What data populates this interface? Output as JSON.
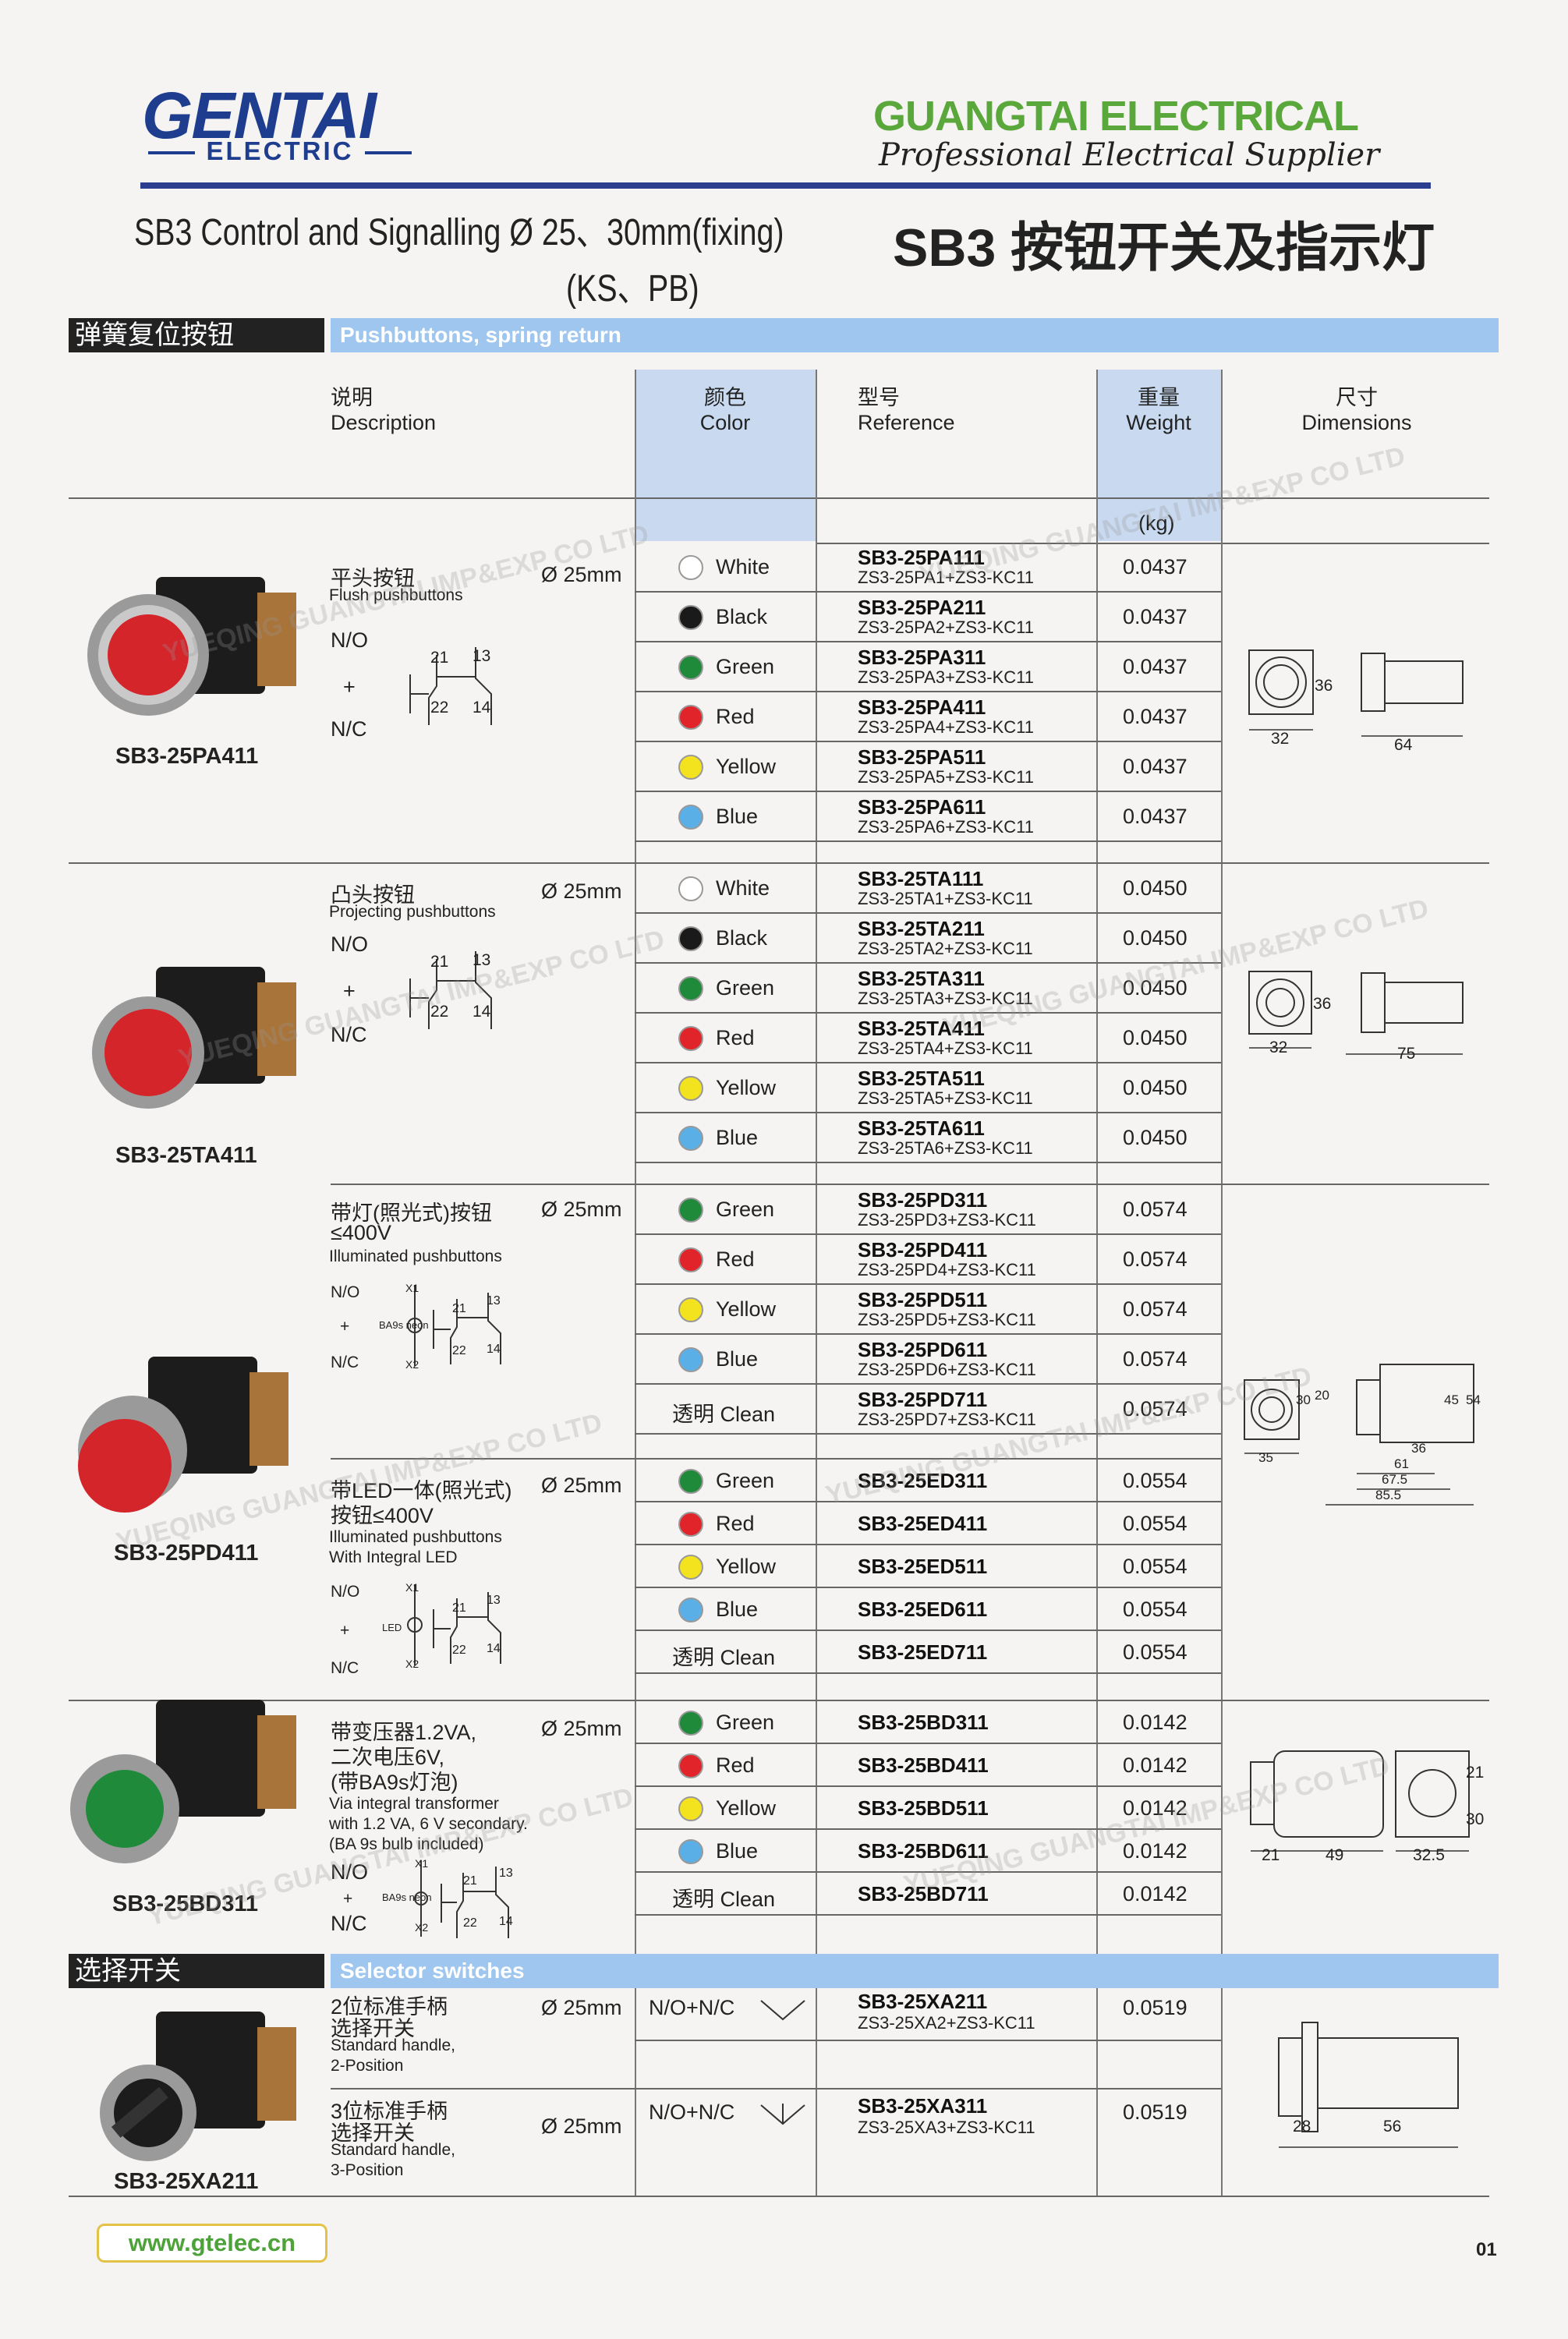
{
  "header": {
    "logo_text": "GENTAI",
    "logo_sub": "ELECTRIC",
    "brand": "GUANGTAI ELECTRICAL",
    "tagline": "Professional Electrical Supplier",
    "title_en_line1": "SB3 Control and Signalling Ø 25、30mm(fixing)",
    "title_en_line2": "(KS、PB)",
    "title_cn": "SB3 按钮开关及指示灯"
  },
  "sections": {
    "pushbuttons_cn": "弹簧复位按钮",
    "pushbuttons_en": "Pushbuttons, spring return",
    "selector_cn": "选择开关",
    "selector_en": "Selector switches"
  },
  "columns": {
    "desc_cn": "说明",
    "desc_en": "Description",
    "color_cn": "颜色",
    "color_en": "Color",
    "ref_cn": "型号",
    "ref_en": "Reference",
    "weight_cn": "重量",
    "weight_en": "Weight",
    "weight_unit": "(kg)",
    "dim_cn": "尺寸",
    "dim_en": "Dimensions"
  },
  "colors": {
    "White": "#ffffff",
    "Black": "#1a1a1a",
    "Green": "#1f8a3a",
    "Red": "#e0242a",
    "Yellow": "#f3e21e",
    "Blue": "#5ab0e6",
    "Clean": "#ffffff"
  },
  "groups": [
    {
      "caption": "SB3-25PA411",
      "size": "Ø 25mm",
      "desc_cn": "平头按钮",
      "desc_en": "Flush pushbuttons",
      "no": "N/O",
      "plus": "+",
      "nc": "N/C",
      "rows": [
        {
          "color": "White",
          "ref": "SB3-25PA111",
          "ref2": "ZS3-25PA1+ZS3-KC11",
          "weight": "0.0437"
        },
        {
          "color": "Black",
          "ref": "SB3-25PA211",
          "ref2": "ZS3-25PA2+ZS3-KC11",
          "weight": "0.0437"
        },
        {
          "color": "Green",
          "ref": "SB3-25PA311",
          "ref2": "ZS3-25PA3+ZS3-KC11",
          "weight": "0.0437"
        },
        {
          "color": "Red",
          "ref": "SB3-25PA411",
          "ref2": "ZS3-25PA4+ZS3-KC11",
          "weight": "0.0437"
        },
        {
          "color": "Yellow",
          "ref": "SB3-25PA511",
          "ref2": "ZS3-25PA5+ZS3-KC11",
          "weight": "0.0437"
        },
        {
          "color": "Blue",
          "ref": "SB3-25PA611",
          "ref2": "ZS3-25PA6+ZS3-KC11",
          "weight": "0.0437"
        }
      ]
    },
    {
      "caption": "SB3-25TA411",
      "size": "Ø 25mm",
      "desc_cn": "凸头按钮",
      "desc_en": "Projecting pushbuttons",
      "no": "N/O",
      "plus": "+",
      "nc": "N/C",
      "rows": [
        {
          "color": "White",
          "ref": "SB3-25TA111",
          "ref2": "ZS3-25TA1+ZS3-KC11",
          "weight": "0.0450"
        },
        {
          "color": "Black",
          "ref": "SB3-25TA211",
          "ref2": "ZS3-25TA2+ZS3-KC11",
          "weight": "0.0450"
        },
        {
          "color": "Green",
          "ref": "SB3-25TA311",
          "ref2": "ZS3-25TA3+ZS3-KC11",
          "weight": "0.0450"
        },
        {
          "color": "Red",
          "ref": "SB3-25TA411",
          "ref2": "ZS3-25TA4+ZS3-KC11",
          "weight": "0.0450"
        },
        {
          "color": "Yellow",
          "ref": "SB3-25TA511",
          "ref2": "ZS3-25TA5+ZS3-KC11",
          "weight": "0.0450"
        },
        {
          "color": "Blue",
          "ref": "SB3-25TA611",
          "ref2": "ZS3-25TA6+ZS3-KC11",
          "weight": "0.0450"
        }
      ]
    },
    {
      "caption": "SB3-25PD411",
      "size": "Ø 25mm",
      "desc_cn": "带灯(照光式)按钮",
      "desc_cn2": "≤400V",
      "desc_en": "Illuminated pushbuttons",
      "no": "N/O",
      "plus": "+",
      "nc": "N/C",
      "lamp": "BA9s neon",
      "rows": [
        {
          "color": "Green",
          "ref": "SB3-25PD311",
          "ref2": "ZS3-25PD3+ZS3-KC11",
          "weight": "0.0574"
        },
        {
          "color": "Red",
          "ref": "SB3-25PD411",
          "ref2": "ZS3-25PD4+ZS3-KC11",
          "weight": "0.0574"
        },
        {
          "color": "Yellow",
          "ref": "SB3-25PD511",
          "ref2": "ZS3-25PD5+ZS3-KC11",
          "weight": "0.0574"
        },
        {
          "color": "Blue",
          "ref": "SB3-25PD611",
          "ref2": "ZS3-25PD6+ZS3-KC11",
          "weight": "0.0574"
        },
        {
          "color": "透明 Clean",
          "ref": "SB3-25PD711",
          "ref2": "ZS3-25PD7+ZS3-KC11",
          "weight": "0.0574"
        }
      ]
    },
    {
      "caption": "",
      "size": "Ø 25mm",
      "desc_cn": "带LED一体(照光式)",
      "desc_cn2": "按钮≤400V",
      "desc_en": "Illuminated pushbuttons",
      "desc_en2": "With Integral LED",
      "no": "N/O",
      "plus": "+",
      "nc": "N/C",
      "lamp": "LED",
      "rows": [
        {
          "color": "Green",
          "ref": "SB3-25ED311",
          "weight": "0.0554"
        },
        {
          "color": "Red",
          "ref": "SB3-25ED411",
          "weight": "0.0554"
        },
        {
          "color": "Yellow",
          "ref": "SB3-25ED511",
          "weight": "0.0554"
        },
        {
          "color": "Blue",
          "ref": "SB3-25ED611",
          "weight": "0.0554"
        },
        {
          "color": "透明 Clean",
          "ref": "SB3-25ED711",
          "weight": "0.0554"
        }
      ]
    },
    {
      "caption": "SB3-25BD311",
      "size": "Ø 25mm",
      "desc_cn": "带变压器1.2VA,",
      "desc_cn2": "二次电压6V,",
      "desc_cn3": "(带BA9s灯泡)",
      "desc_en": "Via integral transformer",
      "desc_en2": "with 1.2 VA, 6 V secondary.",
      "desc_en3": "(BA 9s bulb included)",
      "no": "N/O",
      "plus": "+",
      "nc": "N/C",
      "lamp": "BA9s neon",
      "rows": [
        {
          "color": "Green",
          "ref": "SB3-25BD311",
          "weight": "0.0142"
        },
        {
          "color": "Red",
          "ref": "SB3-25BD411",
          "weight": "0.0142"
        },
        {
          "color": "Yellow",
          "ref": "SB3-25BD511",
          "weight": "0.0142"
        },
        {
          "color": "Blue",
          "ref": "SB3-25BD611",
          "weight": "0.0142"
        },
        {
          "color": "透明 Clean",
          "ref": "SB3-25BD711",
          "weight": "0.0142"
        }
      ]
    }
  ],
  "selector": {
    "caption": "SB3-25XA211",
    "rows": [
      {
        "desc_cn": "2位标准手柄",
        "desc_cn2": "选择开关",
        "desc_en": "Standard handle,",
        "desc_en2": "2-Position",
        "size": "Ø 25mm",
        "contact": "N/O+N/C",
        "ref": "SB3-25XA211",
        "ref2": "ZS3-25XA2+ZS3-KC11",
        "weight": "0.0519"
      },
      {
        "desc_cn": "3位标准手柄",
        "desc_cn2": "选择开关",
        "desc_en": "Standard handle,",
        "desc_en2": "3-Position",
        "size": "Ø 25mm",
        "contact": "N/O+N/C",
        "ref": "SB3-25XA311",
        "ref2": "ZS3-25XA3+ZS3-KC11",
        "weight": "0.0519"
      }
    ]
  },
  "dims": {
    "pa": {
      "d1": "36",
      "d2": "32",
      "d3": "64"
    },
    "ta": {
      "d1": "36",
      "d2": "32",
      "d3": "75"
    },
    "pd": {
      "d1": "30",
      "d2": "20",
      "d3": "45",
      "d4": "54",
      "d5": "35",
      "d6": "36",
      "d7": "61",
      "d8": "67.5",
      "d9": "85.5"
    },
    "bd": {
      "d1": "21",
      "d2": "49",
      "d3": "21",
      "d4": "30",
      "d5": "32.5"
    },
    "xa": {
      "d1": "28",
      "d2": "56"
    }
  },
  "contacts": {
    "t21": "21",
    "t22": "22",
    "t13": "13",
    "t14": "14",
    "x1": "X1",
    "x2": "X2"
  },
  "watermark": "YUEQING GUANGTAI IMP&EXP CO LTD",
  "footer": {
    "url": "www.gtelec.cn",
    "page": "01"
  }
}
